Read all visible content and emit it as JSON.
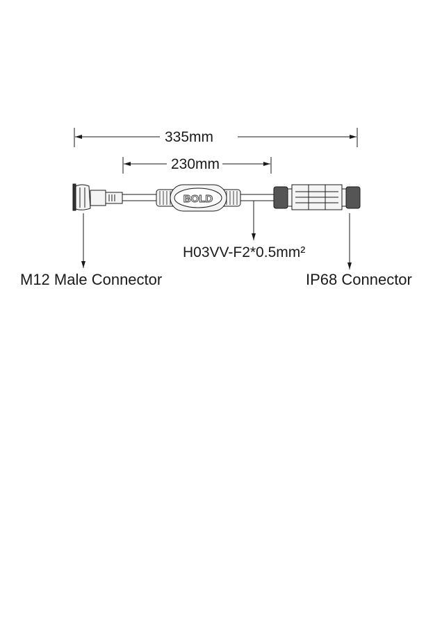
{
  "dimensions": {
    "overall": "335mm",
    "middle": "230mm"
  },
  "labels": {
    "left_connector": "M12 Male Connector",
    "cable": "H03VV-F2*0.5mm²",
    "right_connector": "IP68 Connector"
  },
  "logo": "BOLD",
  "colors": {
    "line": "#1a1a1a",
    "body": "#f4f4f4"
  }
}
